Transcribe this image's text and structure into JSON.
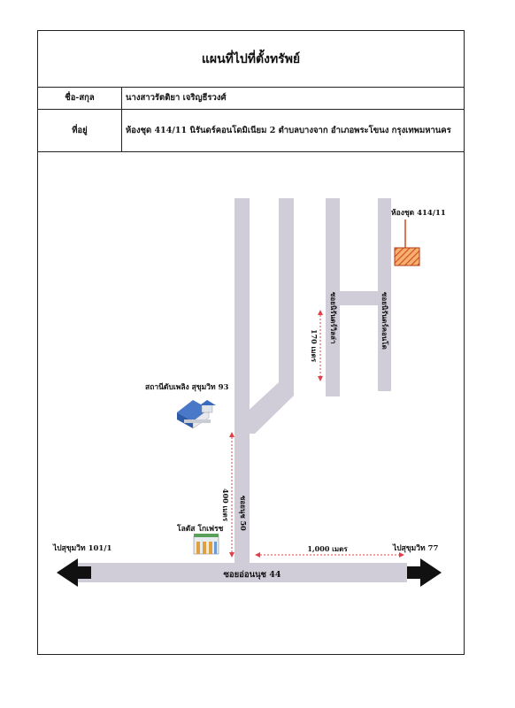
{
  "title": "แผนที่ไปที่ตั้งทรัพย์",
  "info": {
    "name_label": "ชื่อ-สกุล",
    "name_value": "นางสาวรัตติยา เจริญธีรวงศ์",
    "address_label": "ที่อยู่",
    "address_value": "ห้องชุด 414/11 นิรันดร์คอนโดมิเนียม 2 ตำบลบางจาก อำเภอพระโขนง กรุงเทพมหานคร"
  },
  "map": {
    "main_road": "ซอยอ่อนนุช 44",
    "side_road": "ซอยนุช 50",
    "road_a": "ซอยนิรันดร์วิลล่า",
    "road_b": "ซอยนิรันดร์คอนโด",
    "left_exit": "ไปสุขุมวิท 101/1",
    "right_exit": "ไปสุขุมวิท 77",
    "dist_main": "1,000 เมตร",
    "dist_side": "400 เมตร",
    "dist_branch": "170 เมตร",
    "landmark_gas": "สถานีดับเพลิง สุขุมวิท 93",
    "landmark_store": "โลตัส โกเฟรช",
    "target": "ห้องชุด 414/11",
    "colors": {
      "road": "#d0ccd8",
      "distance_line": "#e0404a",
      "target_fill": "#f0a060",
      "target_border": "#d04a20"
    }
  }
}
